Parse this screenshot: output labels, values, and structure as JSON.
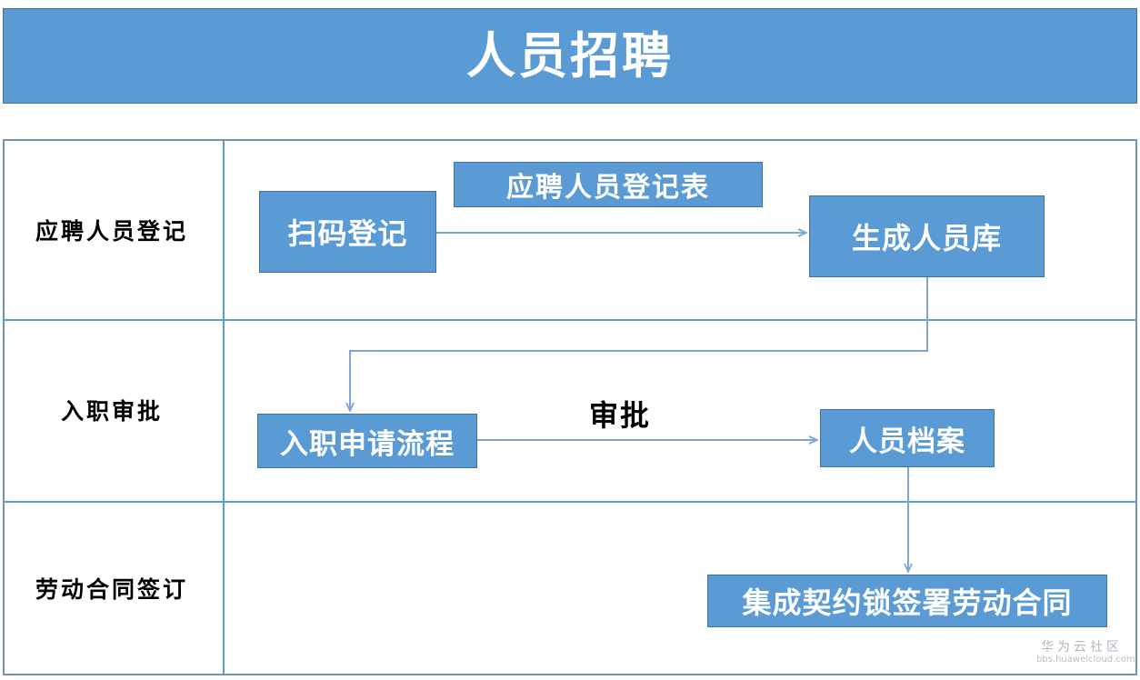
{
  "header": {
    "title": "人员招聘",
    "band_color": "#5B9BD5",
    "text_color": "#FFFFFF"
  },
  "theme": {
    "node_fill": "#5B9BD5",
    "node_border": "#41719C",
    "node_text": "#FFFFFF",
    "grid_line": "#5B9BD5",
    "frame_border": "#6D93B5",
    "connector": "#7BA7D7",
    "label_text": "#000000"
  },
  "rows": [
    {
      "label": "应聘人员登记"
    },
    {
      "label": "入职审批"
    },
    {
      "label": "劳动合同签订"
    }
  ],
  "nodes": {
    "scan_register": "扫码登记",
    "registration_form": "应聘人员登记表",
    "generate_pool": "生成人员库",
    "entry_application_flow": "入职申请流程",
    "personnel_archive": "人员档案",
    "sign_labor_contract": "集成契约锁签署劳动合同"
  },
  "edge_labels": {
    "approve": "审批"
  },
  "watermark": {
    "title": "华为云社区",
    "url": "bbs.huaweicloud.com"
  }
}
